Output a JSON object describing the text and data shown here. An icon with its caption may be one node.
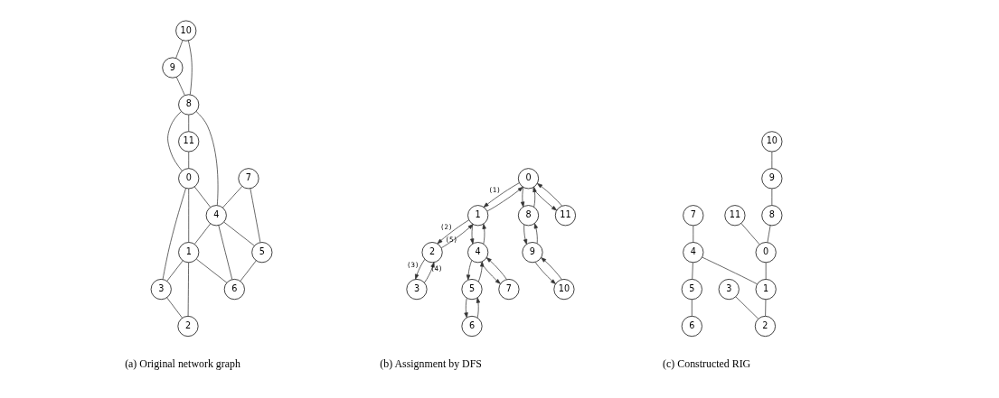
{
  "diagram": {
    "nodes": [
      {
        "text": [
          "10"
        ]
      },
      {
        "text": [
          "9"
        ]
      },
      {
        "text": [
          "7"
        ]
      },
      {
        "text": [
          "8"
        ]
      },
      {
        "text": [
          "11"
        ]
      },
      {
        "text": [
          "5"
        ]
      },
      {
        "text": [
          "4"
        ]
      },
      {
        "text": [
          "0"
        ]
      },
      {
        "text": [
          "6"
        ]
      },
      {
        "text": [
          "1"
        ]
      },
      {
        "text": [
          "3"
        ]
      },
      {
        "text": [
          "2"
        ]
      },
      {
        "text": [
          "0"
        ]
      },
      {
        "text": [
          "1"
        ]
      },
      {
        "text": [
          "8"
        ]
      },
      {
        "text": [
          "11"
        ]
      },
      {
        "text": [
          "2"
        ]
      },
      {
        "text": [
          "4"
        ]
      },
      {
        "text": [
          "9"
        ]
      },
      {
        "text": [
          "3"
        ]
      },
      {
        "text": [
          "5"
        ]
      },
      {
        "text": [
          "7"
        ]
      },
      {
        "text": [
          "10"
        ]
      },
      {
        "text": [
          "6"
        ]
      },
      {
        "text": [
          "10"
        ]
      },
      {
        "text": [
          "9"
        ]
      },
      {
        "text": [
          "7"
        ]
      },
      {
        "text": [
          "8"
        ]
      },
      {
        "text": [
          "11"
        ]
      },
      {
        "text": [
          "5"
        ]
      },
      {
        "text": [
          "4"
        ]
      },
      {
        "text": [
          "0"
        ]
      },
      {
        "text": [
          "6"
        ]
      },
      {
        "text": [
          "1"
        ]
      },
      {
        "text": [
          "3"
        ]
      },
      {
        "text": [
          "2"
        ]
      }
    ],
    "edges": [
      {
        "from": 0,
        "to": 1,
        "arrow": "none"
      },
      {
        "from": 0,
        "to": 3,
        "arrow": "none"
      },
      {
        "from": 1,
        "to": 3,
        "arrow": "none"
      },
      {
        "from": 3,
        "to": 4,
        "arrow": "none"
      },
      {
        "from": 3,
        "to": 7,
        "arrow": "none"
      },
      {
        "from": 3,
        "to": 6,
        "arrow": "none"
      },
      {
        "from": 2,
        "to": 6,
        "arrow": "none"
      },
      {
        "from": 2,
        "to": 5,
        "arrow": "none"
      },
      {
        "from": 4,
        "to": 7,
        "arrow": "none"
      },
      {
        "from": 7,
        "to": 6,
        "arrow": "none"
      },
      {
        "from": 6,
        "to": 5,
        "arrow": "none"
      },
      {
        "from": 6,
        "to": 8,
        "arrow": "none"
      },
      {
        "from": 5,
        "to": 8,
        "arrow": "none"
      },
      {
        "from": 7,
        "to": 9,
        "arrow": "none"
      },
      {
        "from": 7,
        "to": 10,
        "arrow": "none"
      },
      {
        "from": 6,
        "to": 9,
        "arrow": "none"
      },
      {
        "from": 9,
        "to": 8,
        "arrow": "none"
      },
      {
        "from": 9,
        "to": 10,
        "arrow": "none"
      },
      {
        "from": 9,
        "to": 11,
        "arrow": "none"
      },
      {
        "from": 10,
        "to": 11,
        "arrow": "none"
      },
      {
        "from": 12,
        "to": 13,
        "arrow": "to",
        "label": "(1)"
      },
      {
        "from": 13,
        "to": 12,
        "arrow": "to"
      },
      {
        "from": 13,
        "to": 16,
        "arrow": "to",
        "label": "(2)"
      },
      {
        "from": 16,
        "to": 13,
        "arrow": "to",
        "label": "(5)"
      },
      {
        "from": 16,
        "to": 19,
        "arrow": "to",
        "label": "(3)"
      },
      {
        "from": 19,
        "to": 16,
        "arrow": "to",
        "label": "(4)"
      },
      {
        "from": 13,
        "to": 17,
        "arrow": "to"
      },
      {
        "from": 17,
        "to": 13,
        "arrow": "to"
      },
      {
        "from": 17,
        "to": 20,
        "arrow": "to"
      },
      {
        "from": 20,
        "to": 17,
        "arrow": "to"
      },
      {
        "from": 20,
        "to": 23,
        "arrow": "to"
      },
      {
        "from": 23,
        "to": 20,
        "arrow": "to"
      },
      {
        "from": 17,
        "to": 21,
        "arrow": "to"
      },
      {
        "from": 21,
        "to": 17,
        "arrow": "to"
      },
      {
        "from": 12,
        "to": 14,
        "arrow": "to"
      },
      {
        "from": 14,
        "to": 12,
        "arrow": "to"
      },
      {
        "from": 14,
        "to": 18,
        "arrow": "to"
      },
      {
        "from": 18,
        "to": 14,
        "arrow": "to"
      },
      {
        "from": 18,
        "to": 22,
        "arrow": "to"
      },
      {
        "from": 22,
        "to": 18,
        "arrow": "to"
      },
      {
        "from": 12,
        "to": 15,
        "arrow": "to"
      },
      {
        "from": 15,
        "to": 12,
        "arrow": "to"
      },
      {
        "from": 24,
        "to": 25,
        "arrow": "none"
      },
      {
        "from": 25,
        "to": 27,
        "arrow": "none"
      },
      {
        "from": 27,
        "to": 31,
        "arrow": "none"
      },
      {
        "from": 28,
        "to": 31,
        "arrow": "none"
      },
      {
        "from": 31,
        "to": 33,
        "arrow": "none"
      },
      {
        "from": 26,
        "to": 30,
        "arrow": "none"
      },
      {
        "from": 30,
        "to": 29,
        "arrow": "none"
      },
      {
        "from": 29,
        "to": 32,
        "arrow": "none"
      },
      {
        "from": 30,
        "to": 33,
        "arrow": "none"
      },
      {
        "from": 33,
        "to": 35,
        "arrow": "none"
      },
      {
        "from": 34,
        "to": 35,
        "arrow": "none"
      }
    ],
    "labels": [
      "(a) Original network graph",
      "(b) Assignment by DFS",
      "(c) Constructed RIG"
    ]
  }
}
